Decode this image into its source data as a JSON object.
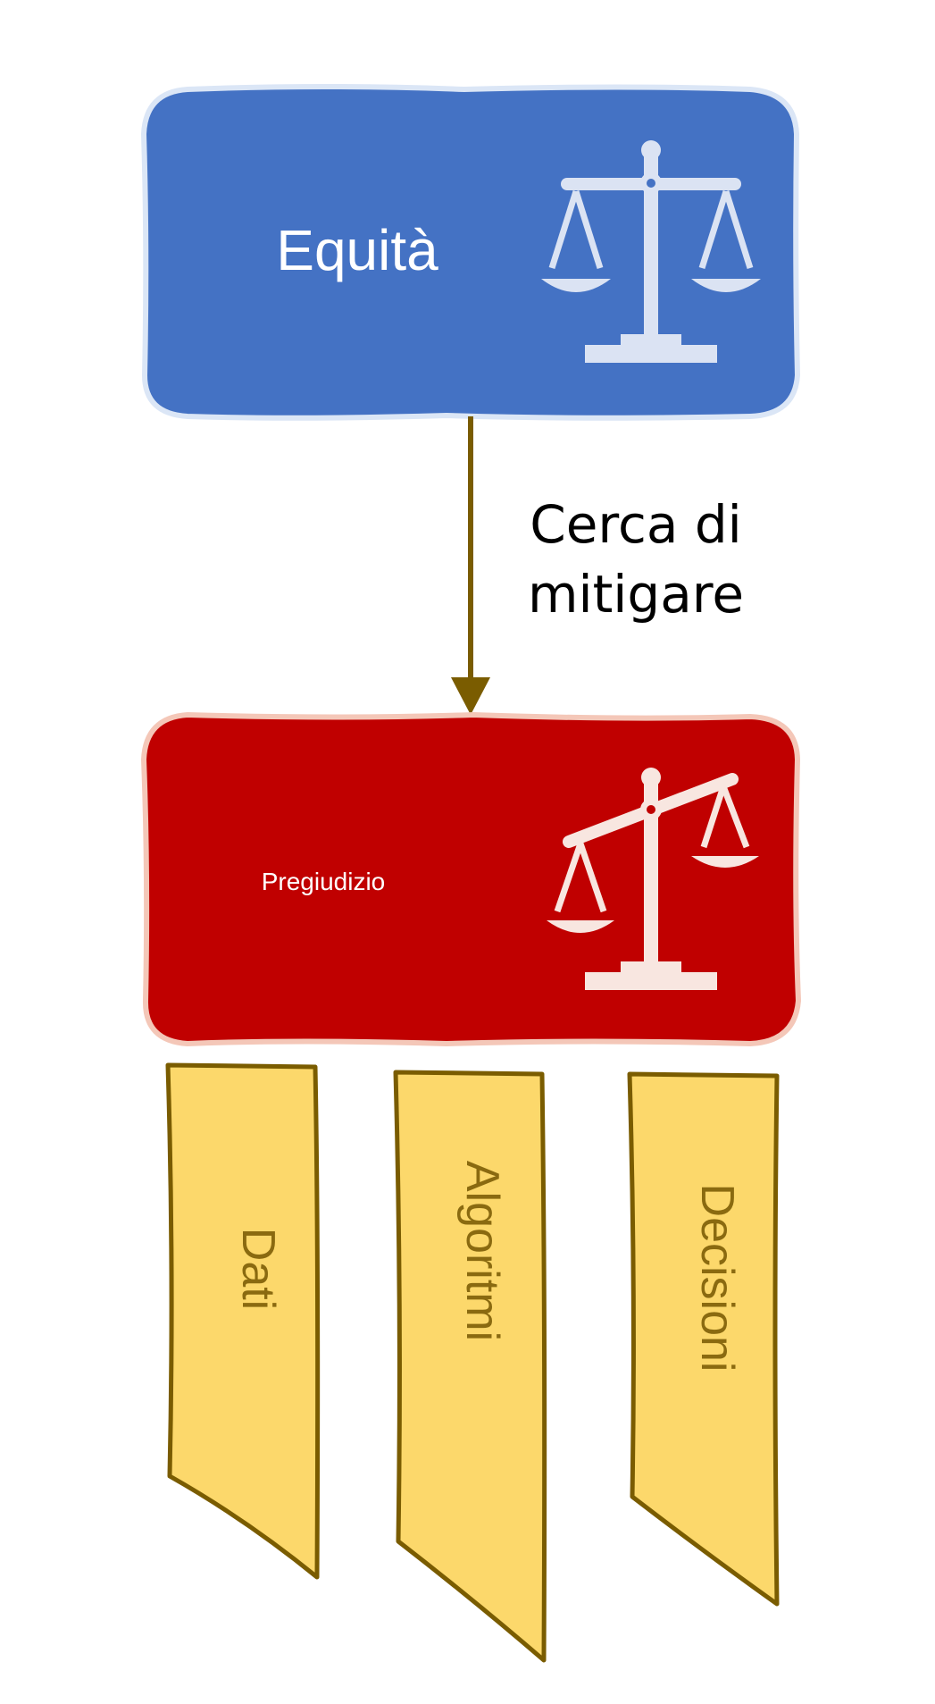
{
  "diagram": {
    "top_node": {
      "title": "Equità",
      "icon": "balanced-scale-icon",
      "fill": "#4472c4",
      "border": "#dbe6f6"
    },
    "connector": {
      "label_line1": "Cerca di",
      "label_line2": "mitigare",
      "color": "#7a5c00"
    },
    "bottom_node": {
      "title": "Pregiudizio",
      "icon": "tilted-scale-icon",
      "fill": "#c00000",
      "border": "#f4c7b8"
    },
    "tags": [
      {
        "label": "Dati"
      },
      {
        "label": "Algoritmi"
      },
      {
        "label": "Decisioni"
      }
    ],
    "tag_fill": "#fcd86b",
    "tag_border": "#7a5c00",
    "tag_text": "#8a6a10",
    "icon_color_top": "#dbe3f3",
    "icon_color_bottom": "#f8e6e0"
  }
}
